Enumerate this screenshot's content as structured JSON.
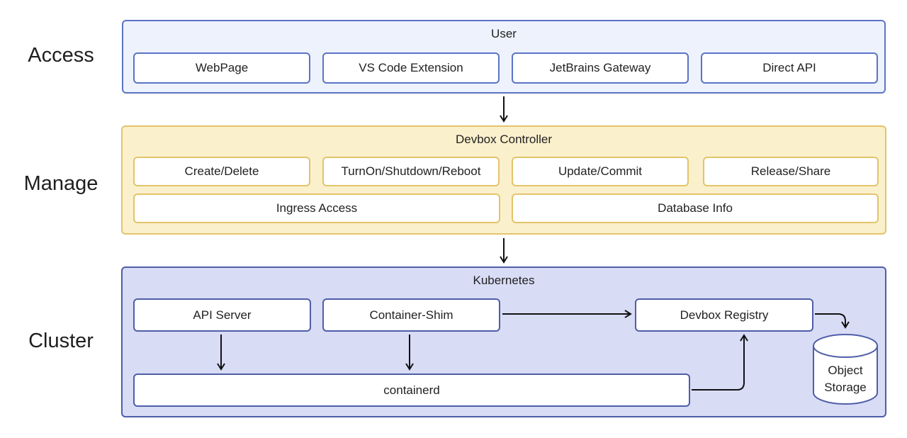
{
  "layers": {
    "access": "Access",
    "manage": "Manage",
    "cluster": "Cluster"
  },
  "access": {
    "title": "User",
    "items": [
      "WebPage",
      "VS Code Extension",
      "JetBrains Gateway",
      "Direct API"
    ]
  },
  "manage": {
    "title": "Devbox Controller",
    "row1": [
      "Create/Delete",
      "TurnOn/Shutdown/Reboot",
      "Update/Commit",
      "Release/Share"
    ],
    "row2": [
      "Ingress Access",
      "Database Info"
    ]
  },
  "cluster": {
    "title": "Kubernetes",
    "api_server": "API Server",
    "container_shim": "Container-Shim",
    "devbox_registry": "Devbox Registry",
    "containerd": "containerd",
    "object_storage_line1": "Object",
    "object_storage_line2": "Storage"
  },
  "colors": {
    "access_border": "#5a74c4",
    "access_fill": "#eef2fc",
    "manage_border": "#e2c46a",
    "manage_fill": "#fbf0cc",
    "cluster_border": "#4f5ea8",
    "cluster_fill": "#d8dcf5"
  }
}
